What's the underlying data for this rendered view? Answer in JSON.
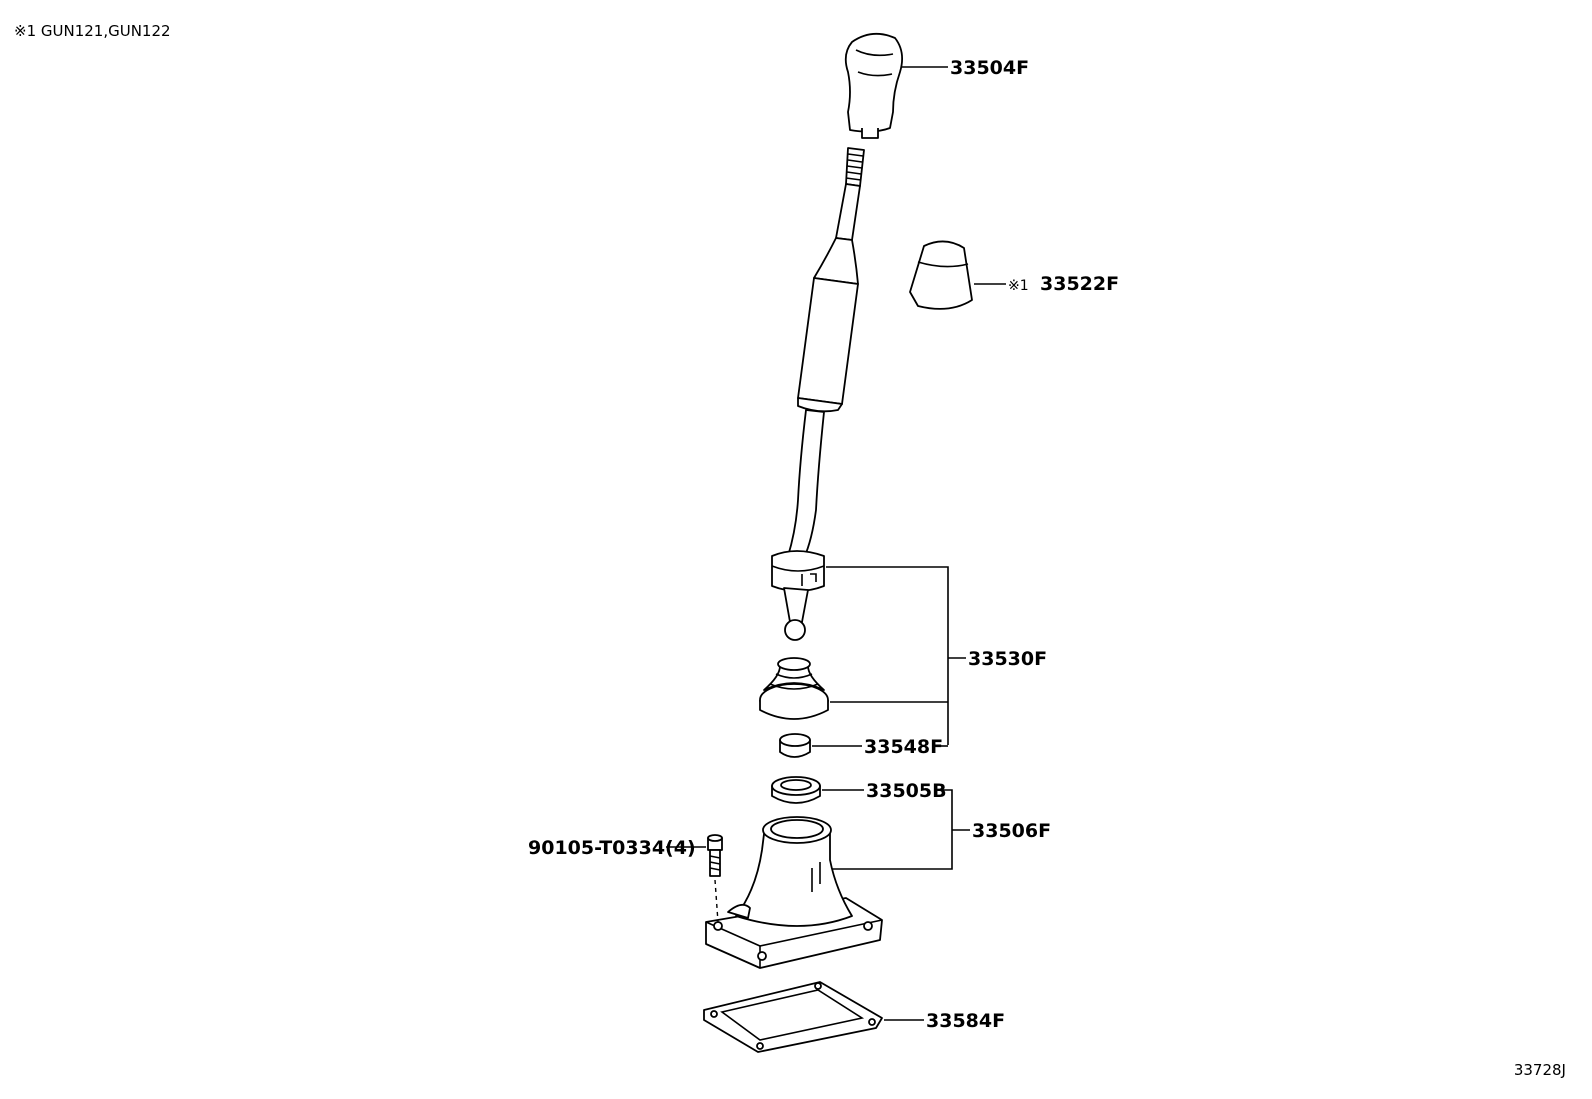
{
  "note": "※1 GUN121,GUN122",
  "diagram_code": "33728J",
  "parts": {
    "knob": "33504F",
    "knob_alt_mark": "※1",
    "knob_alt": "33522F",
    "lever_assy": "33530F",
    "bushing": "33548F",
    "seal": "33505B",
    "retainer_assy": "33506F",
    "bolt": "90105-T0334(4)",
    "gasket": "33584F"
  }
}
